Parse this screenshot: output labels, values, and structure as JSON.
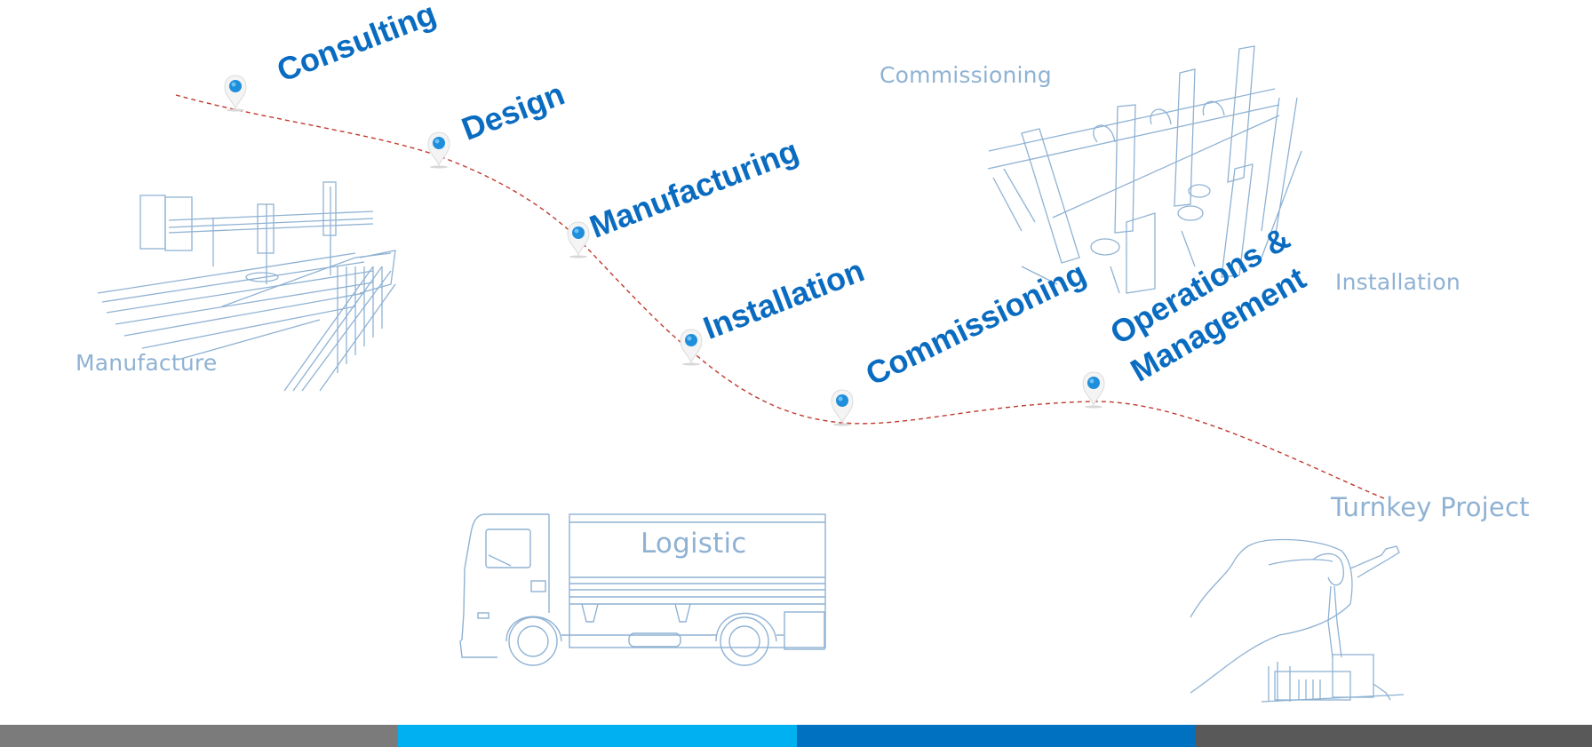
{
  "steps": [
    {
      "label": "Consulting"
    },
    {
      "label": "Design"
    },
    {
      "label": "Manufacturing"
    },
    {
      "label": "Installation"
    },
    {
      "label": "Commissioning"
    },
    {
      "label_line1": "Operations &",
      "label_line2": "Management"
    }
  ],
  "illustrations": {
    "manufacture": "Manufacture",
    "commissioning": "Commissioning",
    "installation": "Installation",
    "logistic": "Logistic",
    "turnkey": "Turnkey Project"
  },
  "colors": {
    "step_text": "#0a6cc0",
    "illustration_line": "#8fb2d3",
    "route_line": "#c0392b",
    "pin_dot": "#1f8fdb",
    "bar_segments": [
      "#7b7b7b",
      "#00b0f0",
      "#0070c0",
      "#595959"
    ]
  },
  "icons": {
    "pin": "map-pin-icon"
  }
}
